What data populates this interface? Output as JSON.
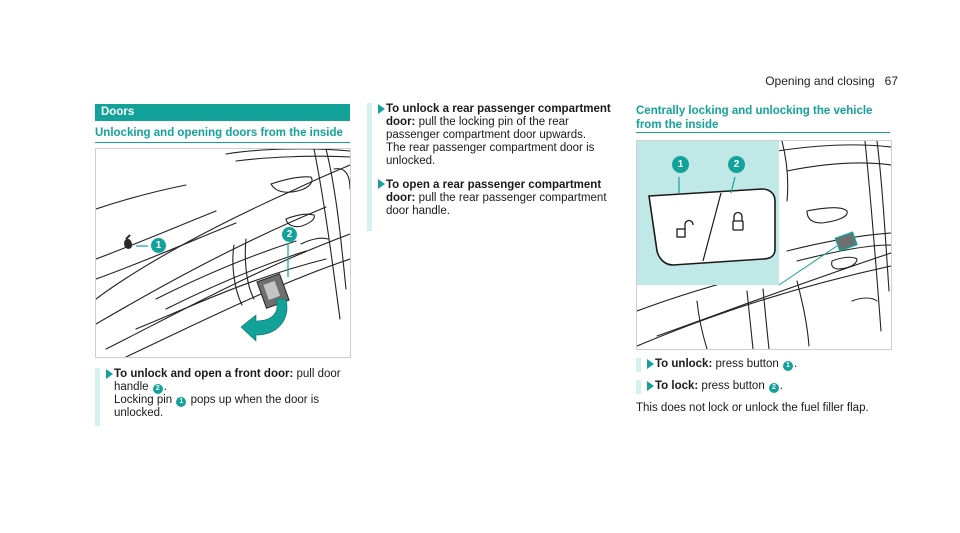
{
  "header": {
    "section": "Opening and closing",
    "page_number": "67"
  },
  "col1": {
    "section_title": "Doors",
    "subheading": "Unlocking and opening doors from the inside",
    "step": {
      "bold": "To unlock and open a front door:",
      "text1": " pull door handle ",
      "ref_a": "2",
      "text2": ".",
      "text3": "Locking pin ",
      "ref_b": "1",
      "text4": " pops up when the door is unlocked."
    },
    "figure_callouts": [
      "1",
      "2"
    ]
  },
  "col2": {
    "step1": {
      "bold": "To unlock a rear passenger compartment door:",
      "text": " pull the locking pin of the rear passenger compartment door upwards.",
      "text2": "The rear passenger compartment door is unlocked."
    },
    "step2": {
      "bold": "To open a rear passenger compartment door:",
      "text": " pull the rear passenger compartment door handle."
    }
  },
  "col3": {
    "subheading_line1": "Centrally locking and unlocking the vehicle",
    "subheading_line2": "from the inside",
    "figure_callouts": [
      "1",
      "2"
    ],
    "step1": {
      "bold": "To unlock:",
      "text": " press button ",
      "ref": "1",
      "end": "."
    },
    "step2": {
      "bold": "To lock:",
      "text": " press button ",
      "ref": "2",
      "end": "."
    },
    "note": "This does not lock or unlock the fuel filler flap."
  },
  "colors": {
    "accent": "#13a29a",
    "accent_light": "#d5f1ef",
    "inset_bg": "#bfe8e6"
  }
}
